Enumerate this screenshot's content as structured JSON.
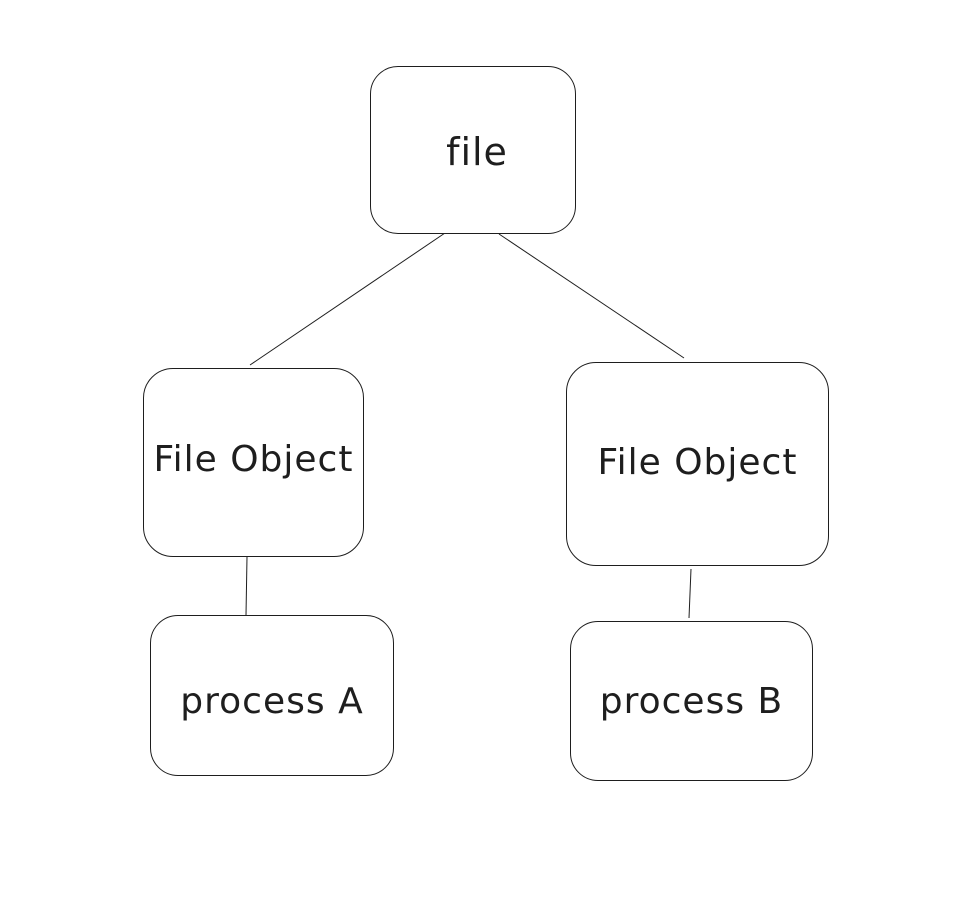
{
  "diagram": {
    "nodes": {
      "file": {
        "label": "file"
      },
      "file_object_left": {
        "label": "File Object"
      },
      "file_object_right": {
        "label": "File Object"
      },
      "process_a": {
        "label": "process A"
      },
      "process_b": {
        "label": "process B"
      }
    },
    "edges": [
      {
        "from": "file",
        "to": "file_object_left"
      },
      {
        "from": "file",
        "to": "file_object_right"
      },
      {
        "from": "file_object_left",
        "to": "process_a"
      },
      {
        "from": "file_object_right",
        "to": "process_b"
      }
    ],
    "colors": {
      "stroke": "#1e1e1e",
      "background": "#ffffff"
    }
  }
}
